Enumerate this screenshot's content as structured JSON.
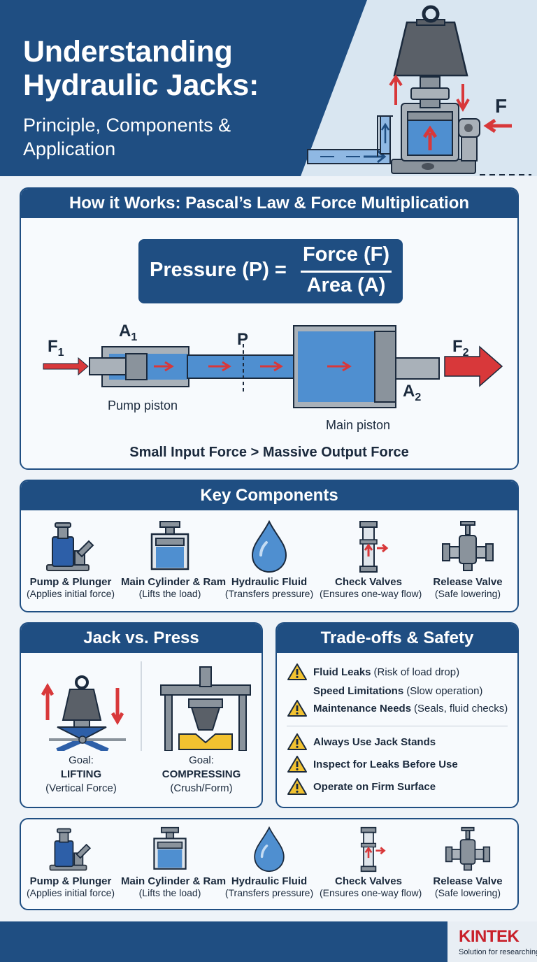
{
  "header": {
    "title_line1": "Understanding",
    "title_line2": "Hydraulic Jacks:",
    "subtitle": "Principle, Components & Application",
    "force_label": "F"
  },
  "how_it_works": {
    "title": "How it Works: Pascal’s Law & Force Multiplication",
    "formula": {
      "lhs": "Pressure (P) =",
      "numerator": "Force (F)",
      "denominator": "Area (A)"
    },
    "labels": {
      "f1": "F",
      "f1_sub": "1",
      "a1": "A",
      "a1_sub": "1",
      "p": "P",
      "f2": "F",
      "f2_sub": "2",
      "a2": "A",
      "a2_sub": "2",
      "pump_piston": "Pump piston",
      "main_piston": "Main piston"
    },
    "summary": "Small Input Force > Massive Output Force"
  },
  "key_components": {
    "title": "Key Components",
    "items": [
      {
        "name": "Pump & Plunger",
        "desc": "(Applies initial force)",
        "icon": "pump-icon"
      },
      {
        "name": "Main Cylinder & Ram",
        "desc": "(Lifts the load)",
        "icon": "cylinder-icon"
      },
      {
        "name": "Hydraulic Fluid",
        "desc": "(Transfers pressure)",
        "icon": "fluid-drop-icon"
      },
      {
        "name": "Check Valves",
        "desc": "(Ensures one-way flow)",
        "icon": "check-valve-icon"
      },
      {
        "name": "Release Valve",
        "desc": "(Safe lowering)",
        "icon": "release-valve-icon"
      }
    ]
  },
  "jack_vs_press": {
    "title": "Jack vs. Press",
    "jack": {
      "goal": "Goal:",
      "action": "LIFTING",
      "detail": "(Vertical Force)"
    },
    "press": {
      "goal": "Goal:",
      "action": "COMPRESSING",
      "detail": "(Crush/Form)"
    }
  },
  "tradeoffs": {
    "title": "Trade-offs & Safety",
    "items": [
      {
        "bold": "Fluid Leaks",
        "rest": "(Risk of load drop)",
        "warn": true
      },
      {
        "bold": "Speed Limitations",
        "rest": "(Slow operation)",
        "warn": false
      },
      {
        "bold": "Maintenance Needs",
        "rest": "(Seals, fluid checks)",
        "warn": true
      }
    ],
    "safety": [
      {
        "bold": "Always Use Jack Stands"
      },
      {
        "bold": "Inspect for Leaks Before Use"
      },
      {
        "bold": "Operate on Firm Surface"
      }
    ]
  },
  "components_repeat": {
    "items": [
      {
        "name": "Pump & Plunger",
        "desc": "(Applies initial force)"
      },
      {
        "name": "Main Cylinder & Ram",
        "desc": "(Lifts the load)"
      },
      {
        "name": "Hydraulic Fluid",
        "desc": "(Transfers pressure)"
      },
      {
        "name": "Check Valves",
        "desc": "(Ensures one-way flow)"
      },
      {
        "name": "Release Valve",
        "desc": "(Safe lowering)"
      }
    ]
  },
  "footer": {
    "brand": "KINTEK",
    "tagline": "Solution for researching"
  },
  "colors": {
    "navy": "#1f4e82",
    "fluid": "#4f8fd0",
    "arrow": "#d8383a",
    "warning": "#f2c230"
  }
}
